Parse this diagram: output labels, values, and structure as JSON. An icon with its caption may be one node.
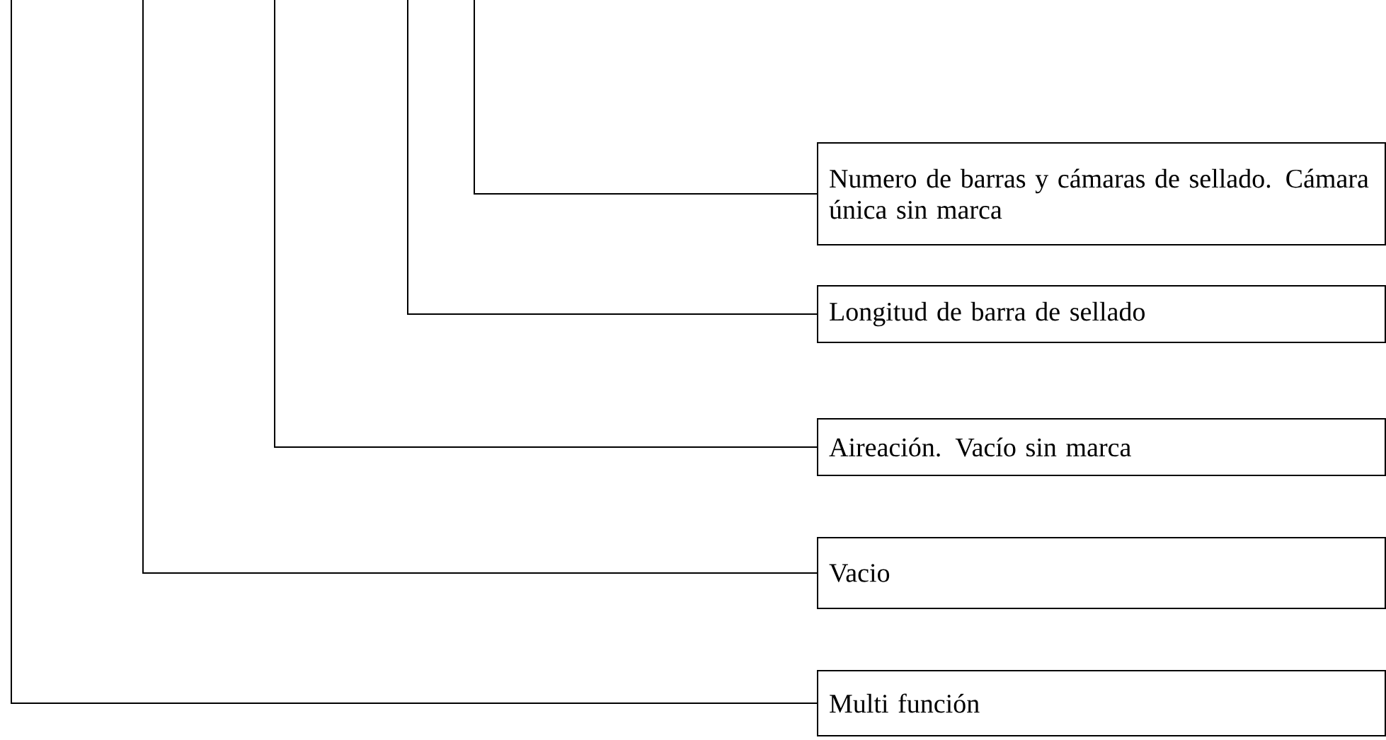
{
  "diagram": {
    "nodes": [
      {
        "text": [
          "Numero de barras y cámaras de sellado. Cámara única sin marca"
        ]
      },
      {
        "text": [
          "Longitud de barra de sellado"
        ]
      },
      {
        "text": [
          "Aireación. Vacío sin marca"
        ]
      },
      {
        "text": [
          "Vacio"
        ]
      },
      {
        "text": [
          "Multi función"
        ]
      }
    ],
    "edges": [
      {
        "from": null,
        "to": 0,
        "arrow": "none"
      },
      {
        "from": null,
        "to": 1,
        "arrow": "none"
      },
      {
        "from": null,
        "to": 2,
        "arrow": "none"
      },
      {
        "from": null,
        "to": 3,
        "arrow": "none"
      },
      {
        "from": null,
        "to": 4,
        "arrow": "none"
      }
    ]
  }
}
